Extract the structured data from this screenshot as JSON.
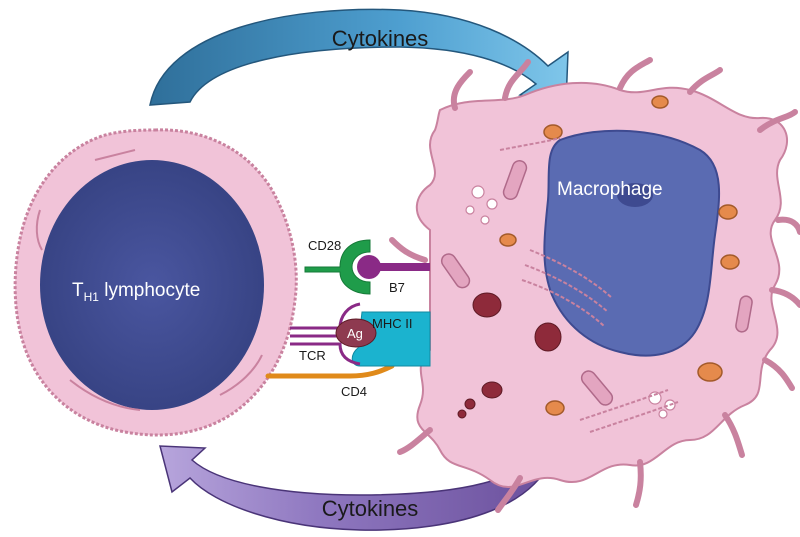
{
  "diagram": {
    "top_arrow_label": "Cytokines",
    "bottom_arrow_label": "Cytokines",
    "lymphocyte": {
      "label_main": "T",
      "label_sub": "H1",
      "label_rest": " lymphocyte"
    },
    "macrophage_label": "Macrophage",
    "molecules": {
      "cd28": "CD28",
      "b7": "B7",
      "mhc": "MHC II",
      "ag": "Ag",
      "tcr": "TCR",
      "cd4": "CD4"
    },
    "colors": {
      "top_arrow": "#3f8fc0",
      "bottom_arrow": "#7e63ae",
      "cell_body": "#f1c3d8",
      "cell_edge": "#c9829f",
      "nucleus": "#3e4a90",
      "macrophage_nucleus": "#5a6bb2",
      "cd28": "#1f9c4a",
      "b7": "#8a2a86",
      "mhc": "#1bb3cf",
      "cd4": "#e08a1a"
    }
  }
}
